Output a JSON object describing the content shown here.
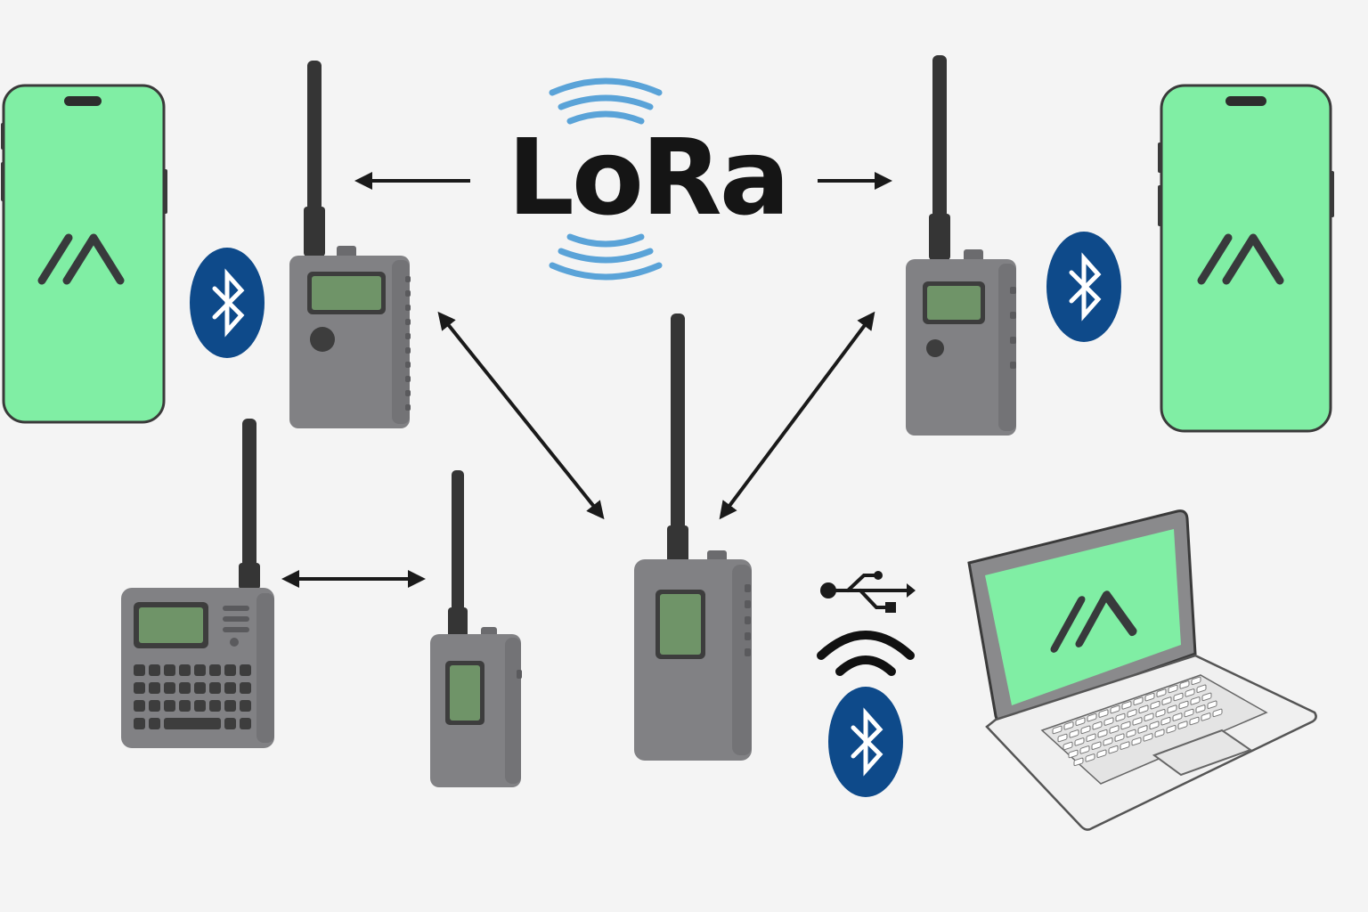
{
  "title": {
    "text": "LoRa"
  },
  "colors": {
    "background": "#f4f4f4",
    "screen_green": "#80eea4",
    "device_gray": "#818184",
    "device_gray_dark": "#6b6b6e",
    "lcd_green": "#6f9468",
    "antenna": "#353535",
    "bluetooth_blue": "#0e4a8a",
    "wave_blue": "#5aa3d8",
    "arrow": "#1a1a1a",
    "outline": "#3a3a3a"
  },
  "icons": {
    "app_logo": "meshtastic-logo-icon",
    "bluetooth": "bluetooth-icon",
    "usb": "usb-icon",
    "wifi": "wifi-icon",
    "radio_waves": "lora-radio-waves-icon"
  },
  "nodes": [
    {
      "id": "phone-left",
      "kind": "smartphone"
    },
    {
      "id": "radio-top-left",
      "kind": "lora-radio"
    },
    {
      "id": "radio-top-right",
      "kind": "lora-radio"
    },
    {
      "id": "phone-right",
      "kind": "smartphone"
    },
    {
      "id": "keyboard-radio",
      "kind": "lora-radio-with-keyboard"
    },
    {
      "id": "radio-small",
      "kind": "lora-radio"
    },
    {
      "id": "radio-center",
      "kind": "lora-radio"
    },
    {
      "id": "laptop",
      "kind": "laptop"
    }
  ],
  "links": [
    {
      "from": "phone-left",
      "to": "radio-top-left",
      "type": "bluetooth"
    },
    {
      "from": "phone-right",
      "to": "radio-top-right",
      "type": "bluetooth"
    },
    {
      "from": "radio-top-left",
      "to": "radio-center",
      "type": "lora",
      "direction": "bidirectional"
    },
    {
      "from": "radio-top-right",
      "to": "radio-center",
      "type": "lora",
      "direction": "bidirectional"
    },
    {
      "from": "keyboard-radio",
      "to": "radio-small",
      "type": "lora",
      "direction": "bidirectional"
    },
    {
      "from": "radio-center",
      "to": "laptop",
      "type": "usb / wifi / bluetooth"
    }
  ]
}
